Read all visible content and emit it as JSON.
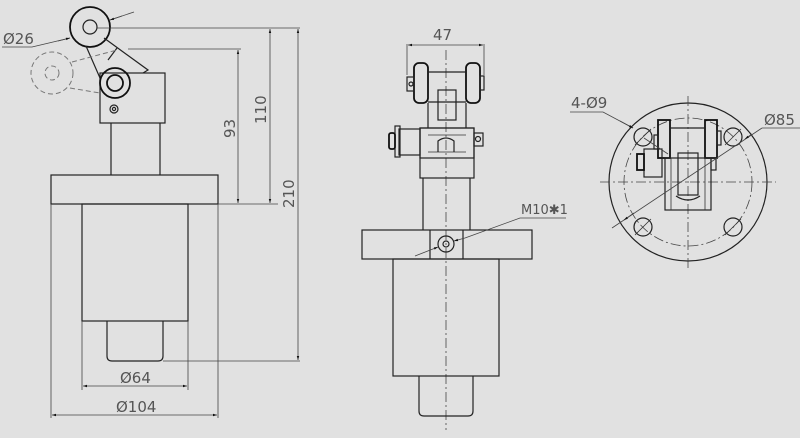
{
  "drawing": {
    "title": "Roller lever limit switch – technical drawing",
    "background": "#e1e1e1",
    "front_view": {
      "dimensions": {
        "roller_diameter": "Ø26",
        "height_93": "93",
        "height_110": "110",
        "height_210": "210",
        "body_diameter": "Ø64",
        "flange_diameter": "Ø104"
      }
    },
    "side_view": {
      "dimensions": {
        "width": "47",
        "thread": "M10✱1"
      }
    },
    "top_view": {
      "dimensions": {
        "holes": "4-Ø9",
        "bolt_circle": "Ø85"
      }
    }
  }
}
